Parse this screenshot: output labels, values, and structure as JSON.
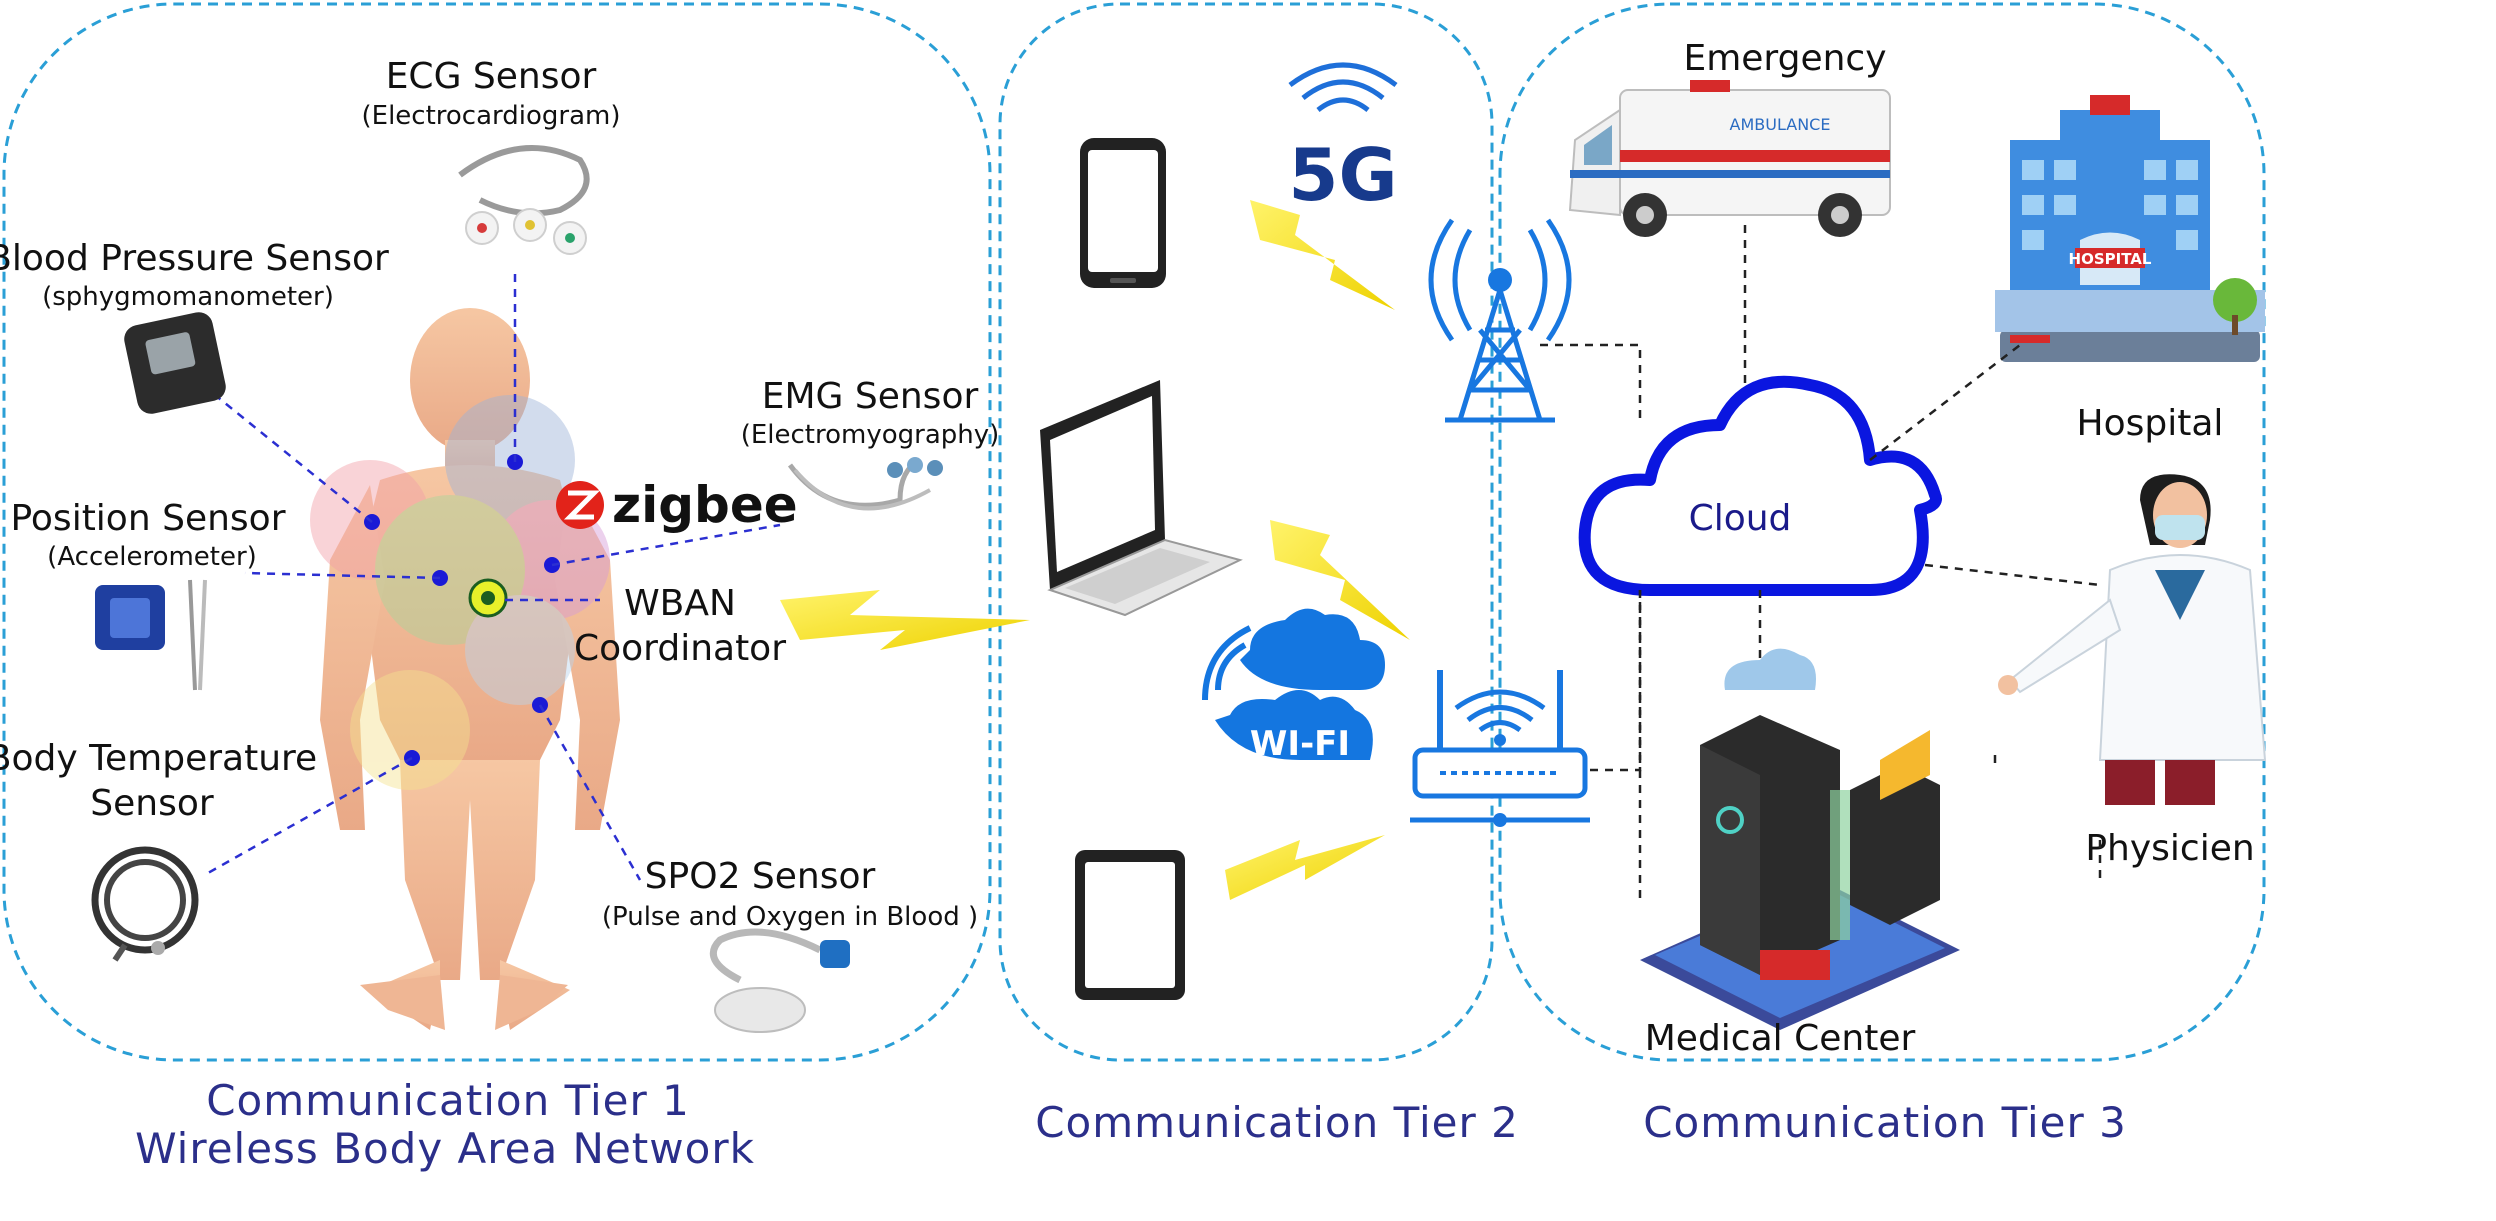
{
  "tiers": {
    "tier1_title": "Communication Tier 1",
    "tier1_subtitle": "Wireless Body Area Network",
    "tier2_title": "Communication Tier 2",
    "tier3_title": "Communication Tier 3"
  },
  "sensors": {
    "ecg": {
      "name": "ECG Sensor",
      "detail": "(Electrocardiogram)"
    },
    "bp": {
      "name": "Blood Pressure Sensor",
      "detail": "(sphygmomanometer)"
    },
    "emg": {
      "name": "EMG Sensor",
      "detail": "(Electromyography)"
    },
    "position": {
      "name": "Position Sensor",
      "detail": "(Accelerometer)"
    },
    "temp": {
      "name_line1": "Body Temperature",
      "name_line2": "Sensor"
    },
    "spo2": {
      "name": "SPO2 Sensor",
      "detail": "(Pulse and Oxygen in Blood )"
    }
  },
  "coordinator": {
    "line1": "WBAN",
    "line2": "Coordinator"
  },
  "zigbee_logo": "zigbee",
  "network": {
    "fiveg": "5G",
    "wifi": "WI-FI"
  },
  "tier3": {
    "emergency": "Emergency",
    "ambulance_text": "AMBULANCE",
    "hospital": "Hospital",
    "hospital_sign": "HOSPITAL",
    "cloud": "Cloud",
    "physician": "Physicien",
    "medical_center": "Medical Center"
  },
  "colors": {
    "tier_border": "#2a9fd6",
    "tier_text": "#2b2f8a",
    "link_dash": "#2b2fd1",
    "cloud_stroke": "#0a16e0",
    "tower_blue": "#1877e0",
    "lightning": "#f4e21d"
  }
}
